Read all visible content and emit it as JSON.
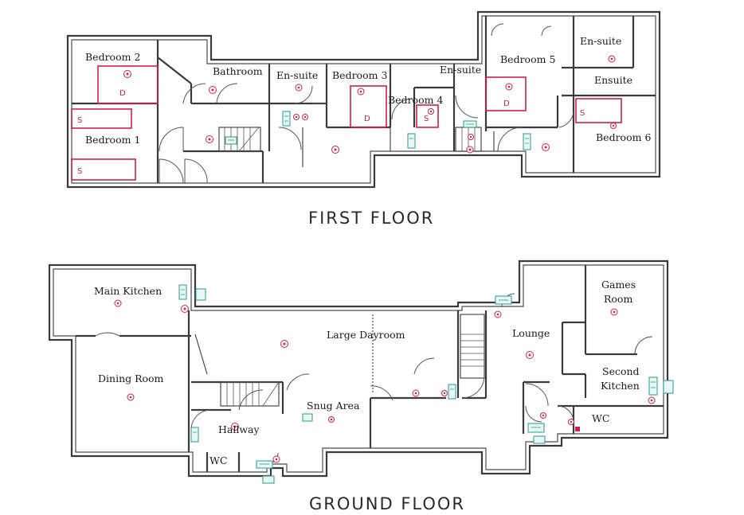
{
  "floors": {
    "first": {
      "title": "FIRST FLOOR",
      "rooms": {
        "bedroom2": "Bedroom 2",
        "bedroom1": "Bedroom 1",
        "bathroom": "Bathroom",
        "ensuite_a": "En-suite",
        "bedroom3": "Bedroom 3",
        "bedroom4": "Bedroom 4",
        "ensuite_b": "En-suite",
        "bedroom5": "Bedroom 5",
        "ensuite_c": "En-suite",
        "ensuite_d": "Ensuite",
        "bedroom6": "Bedroom 6"
      }
    },
    "ground": {
      "title": "GROUND FLOOR",
      "rooms": {
        "main_kitchen": "Main Kitchen",
        "dining_room": "Dining Room",
        "large_dayroom": "Large Dayroom",
        "snug_area": "Snug Area",
        "hallway": "Hallway",
        "wc_left": "WC",
        "lounge": "Lounge",
        "games_room_line1": "Games",
        "games_room_line2": "Room",
        "second_kitchen_line1": "Second",
        "second_kitchen_line2": "Kitchen",
        "wc_right": "WC"
      }
    }
  },
  "symbols": {
    "single_bed_mark": "S",
    "double_bed_mark": "D"
  },
  "colors": {
    "detector": "#d0204a",
    "panel": "#2a9a8a",
    "wall": "#3a3a3a"
  }
}
